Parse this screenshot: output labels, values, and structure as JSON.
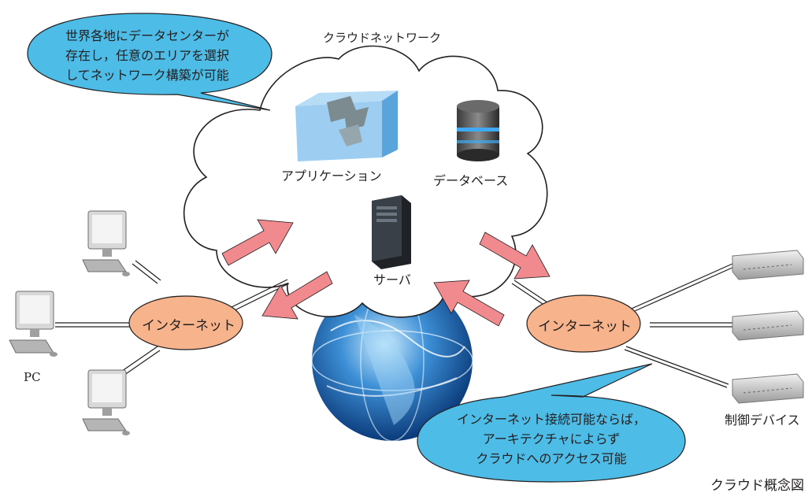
{
  "cloud": {
    "title": "クラウドネットワーク"
  },
  "nodes": {
    "application": "アプリケーション",
    "database": "データベース",
    "server": "サーバ",
    "internet_left": "インターネット",
    "internet_right": "インターネット",
    "pc": "PC",
    "control_devices": "制御デバイス"
  },
  "callouts": {
    "top": [
      "世界各地にデータセンターが",
      "存在し，任意のエリアを選択",
      "してネットワーク構築が可能"
    ],
    "bottom": [
      "インターネット接続可能ならば，",
      "アーキテクチャによらず",
      "クラウドへのアクセス可能"
    ]
  },
  "caption": "クラウド概念図",
  "colors": {
    "speech_fill": "#4dbde8",
    "internet_fill": "#f6b38c",
    "arrow_fill": "#f08a8e",
    "cloud_stroke": "#231f20"
  },
  "icons": {
    "application": "puzzle-cube-icon",
    "database": "database-icon",
    "server": "server-tower-icon",
    "globe": "globe-icon",
    "pc": "monitor-icon",
    "device": "rack-device-icon"
  }
}
